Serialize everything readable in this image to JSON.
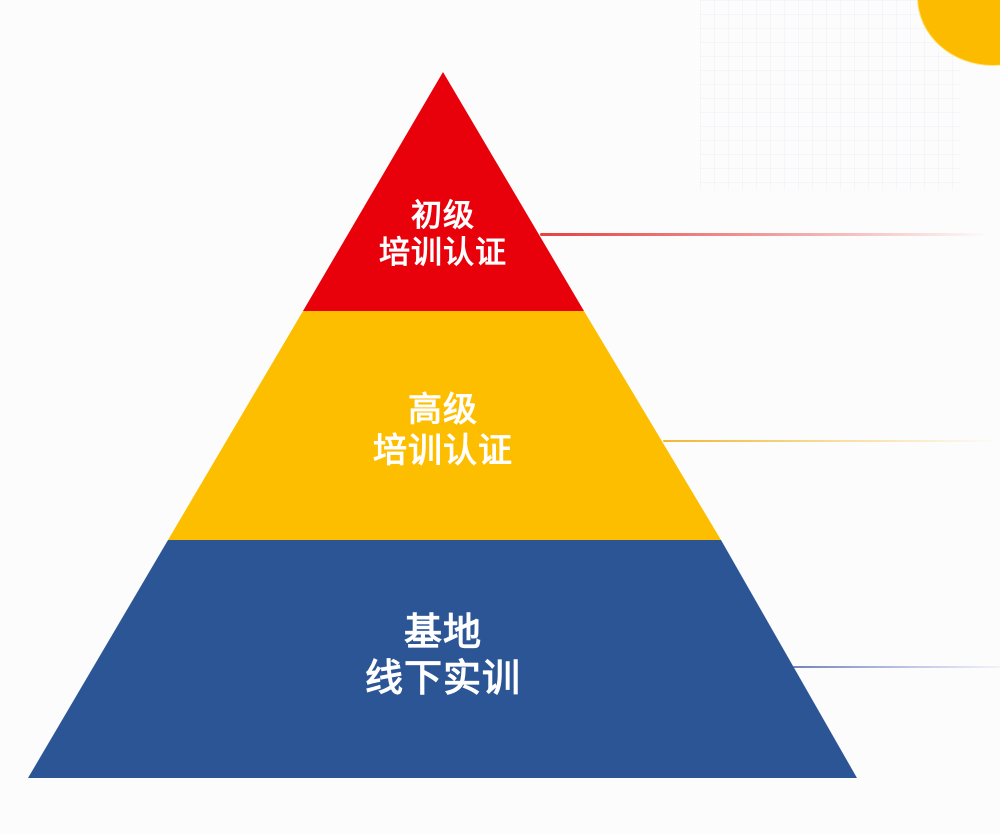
{
  "diagram": {
    "type": "pyramid",
    "colors": {
      "background": "#fcfcfd",
      "accent_circle": "#fdbb00",
      "connector_red": "#e43737",
      "connector_yellow": "#f0b428",
      "connector_blue": "#6e7db9"
    },
    "layers": [
      {
        "position": "top",
        "line1": "初级",
        "line2": "培训认证",
        "color": "#e8000b"
      },
      {
        "position": "middle",
        "line1": "高级",
        "line2": "培训认证",
        "color": "#fdbe00"
      },
      {
        "position": "bottom",
        "line1": "基地",
        "line2": "线下实训",
        "color": "#2c5596"
      }
    ]
  }
}
